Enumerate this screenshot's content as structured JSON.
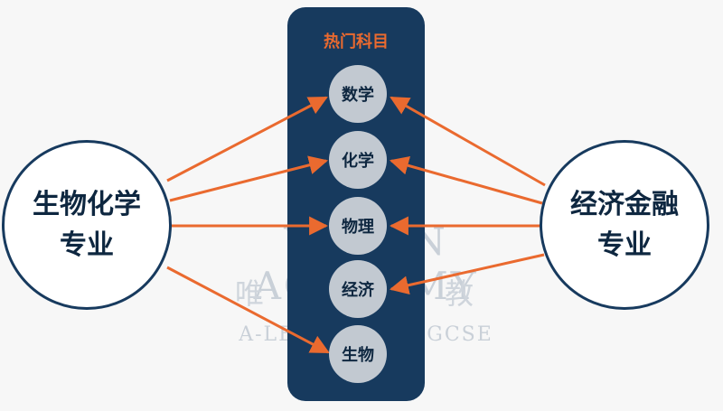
{
  "watermark": {
    "title": "VISION ACADEMY",
    "chinese": "唯寻国际教育",
    "subtitle": "A-LEVEL · IB · IGCSE"
  },
  "panel": {
    "title": "热门科目",
    "subjects": [
      "数学",
      "化学",
      "物理",
      "经济",
      "生物"
    ]
  },
  "left_major": {
    "line1": "生物化学",
    "line2": "专业"
  },
  "right_major": {
    "line1": "经济金融",
    "line2": "专业"
  },
  "colors": {
    "panel": "#173a5e",
    "accent": "#ea6a2f",
    "node": "#c2c9d1",
    "major_border": "#173a5e"
  }
}
